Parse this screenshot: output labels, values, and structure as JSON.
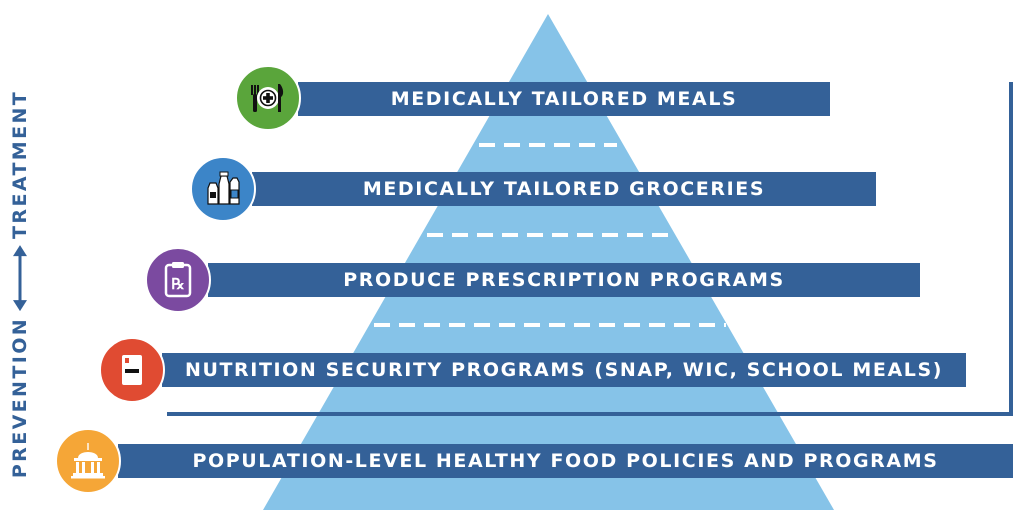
{
  "axis": {
    "bottom_label": "PREVENTION",
    "top_label": "TREATMENT"
  },
  "tiers": [
    {
      "label": "MEDICALLY TAILORED MEALS",
      "icon": "plate-cutlery-icon",
      "icon_color": "#5aa53b"
    },
    {
      "label": "MEDICALLY TAILORED GROCERIES",
      "icon": "grocery-bottles-icon",
      "icon_color": "#3c85c8"
    },
    {
      "label": "PRODUCE PRESCRIPTION PROGRAMS",
      "icon": "rx-clipboard-icon",
      "icon_color": "#7b4aa0"
    },
    {
      "label": "NUTRITION SECURITY PROGRAMS (SNAP, WIC, SCHOOL MEALS)",
      "icon": "benefit-card-icon",
      "icon_color": "#e04b32"
    },
    {
      "label": "POPULATION-LEVEL HEALTHY FOOD POLICIES AND PROGRAMS",
      "icon": "government-building-icon",
      "icon_color": "#f5a637"
    }
  ],
  "colors": {
    "bar": "#346198",
    "pyramid": "#86c3e8",
    "accent": "#346198"
  }
}
